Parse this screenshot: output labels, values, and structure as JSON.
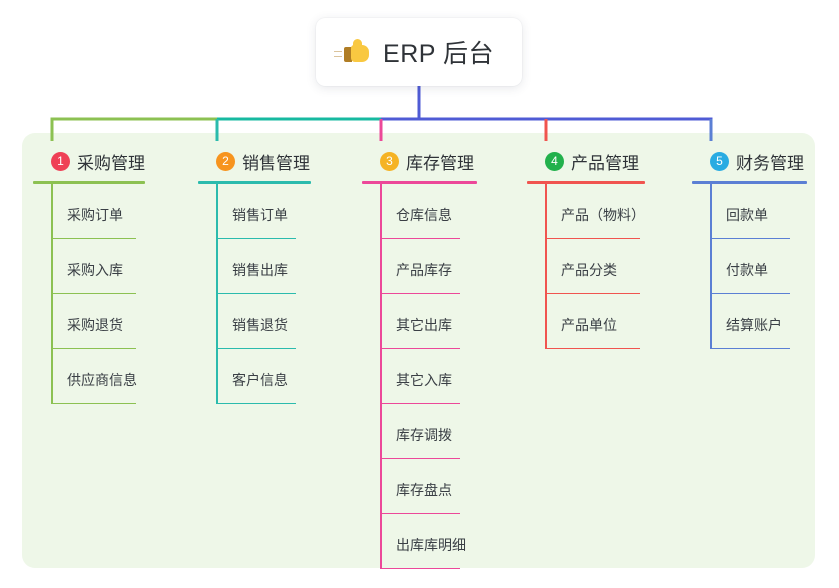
{
  "root": {
    "icon": "thumbs-up-icon",
    "title": "ERP 后台"
  },
  "colors": {
    "panel_background": "#eef7e8",
    "page_background": "#ffffff",
    "trunk": "#4f5bd5",
    "bus_left": "#8cc152",
    "bus_middle": "#17b9a0",
    "bus_right": "#4f5bd5"
  },
  "columns": [
    {
      "index": "1",
      "badge_color": "#ef4056",
      "line_color": "#8cc152",
      "title": "采购管理",
      "items": [
        {
          "label": "采购订单"
        },
        {
          "label": "采购入库"
        },
        {
          "label": "采购退货"
        },
        {
          "label": "供应商信息"
        }
      ]
    },
    {
      "index": "2",
      "badge_color": "#f7941e",
      "line_color": "#2bbbad",
      "title": "销售管理",
      "items": [
        {
          "label": "销售订单"
        },
        {
          "label": "销售出库"
        },
        {
          "label": "销售退货"
        },
        {
          "label": "客户信息"
        }
      ]
    },
    {
      "index": "3",
      "badge_color": "#f5b324",
      "line_color": "#ec4899",
      "title": "库存管理",
      "items": [
        {
          "label": "仓库信息"
        },
        {
          "label": "产品库存"
        },
        {
          "label": "其它出库"
        },
        {
          "label": "其它入库"
        },
        {
          "label": "库存调拨"
        },
        {
          "label": "库存盘点"
        },
        {
          "label": "出库库明细"
        }
      ]
    },
    {
      "index": "4",
      "badge_color": "#22b14c",
      "line_color": "#f0544f",
      "title": "产品管理",
      "items": [
        {
          "label": "产品（物料）"
        },
        {
          "label": "产品分类"
        },
        {
          "label": "产品单位"
        }
      ]
    },
    {
      "index": "5",
      "badge_color": "#29abe2",
      "line_color": "#5b7fd4",
      "title": "财务管理",
      "items": [
        {
          "label": "回款单"
        },
        {
          "label": "付款单"
        },
        {
          "label": "结算账户"
        }
      ]
    }
  ]
}
